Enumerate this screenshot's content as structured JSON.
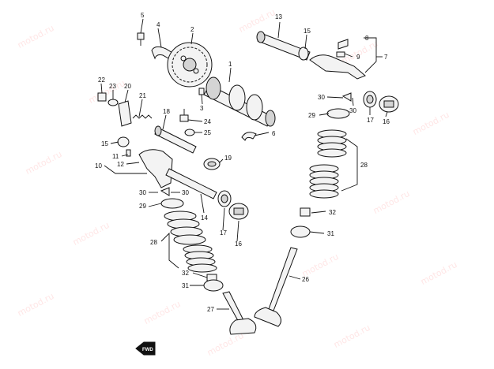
{
  "watermark": "motod.ru",
  "callouts": [
    "1",
    "2",
    "3",
    "4",
    "5",
    "6",
    "7",
    "8",
    "9",
    "10",
    "11",
    "12",
    "13",
    "14",
    "15",
    "16",
    "17",
    "18",
    "19",
    "20",
    "21",
    "22",
    "23",
    "24",
    "25",
    "26",
    "27",
    "28",
    "29",
    "30",
    "31",
    "32"
  ],
  "badge": "FWD"
}
